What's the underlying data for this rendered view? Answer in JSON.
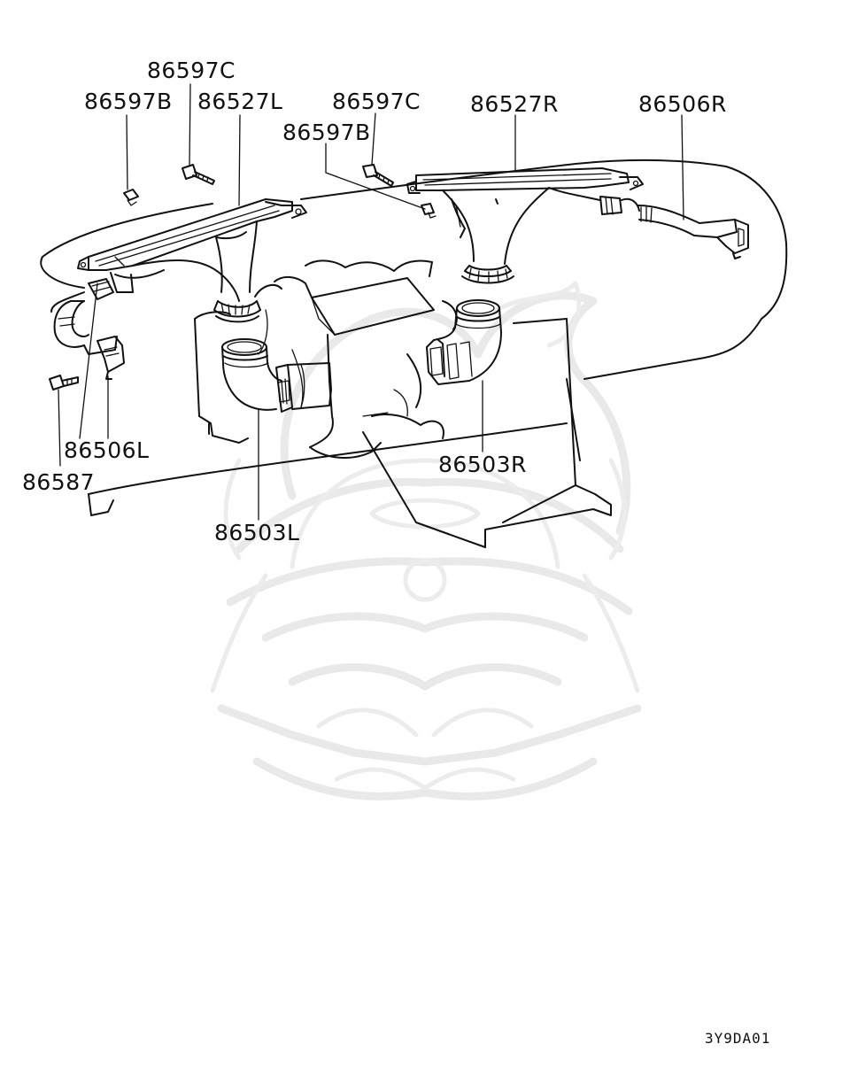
{
  "labels": {
    "bolt_c_left": "86597C",
    "clip_b_left": "86597B",
    "duct_upper_left": "86527L",
    "bolt_c_right": "86597C",
    "clip_b_right": "86597B",
    "duct_upper_right": "86527R",
    "duct_side_right": "86506R",
    "duct_side_left": "86506L",
    "screw_left": "86587",
    "duct_lower_right": "86503R",
    "duct_lower_left": "86503L"
  },
  "diagram_code": "3Y9DA01",
  "watermark_icon": "samurai-helmet-icon"
}
